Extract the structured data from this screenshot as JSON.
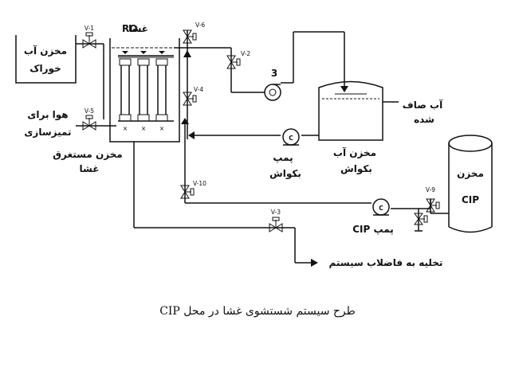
{
  "labels": {
    "feed_tank_line1": "مخزن آب",
    "feed_tank_line2": "خوراک",
    "membrane_ro": "RO",
    "membrane_word": "غشا",
    "air_line1": "هوا برای",
    "air_line2": "تمیزسازی",
    "immersed_tank_line1": "مخزن مستغرق",
    "immersed_tank_line2": "غشا",
    "pump3_number": "3",
    "treated_water_line1": "آب صاف",
    "treated_water_line2": "شده",
    "backwash_pump_line1": "پمپ",
    "backwash_pump_line2": "بکواش",
    "backwash_tank_line1": "مخزن آب",
    "backwash_tank_line2": "بکواش",
    "cip_tank_line1": "مخزن",
    "cip_tank_line2": "CIP",
    "cip_pump": "پمپ CIP",
    "drain": "تخلیه به فاضلاب سیستم",
    "caption": "طرح سیستم شستشوی غشا در محل CIP"
  },
  "valves": {
    "v1": "V-1",
    "v2": "V-2",
    "v3": "V-3",
    "v4": "V-4",
    "v5": "V-5",
    "v6": "V-6",
    "v9": "V-9",
    "v10": "V-10"
  },
  "pump_symbol": "C"
}
